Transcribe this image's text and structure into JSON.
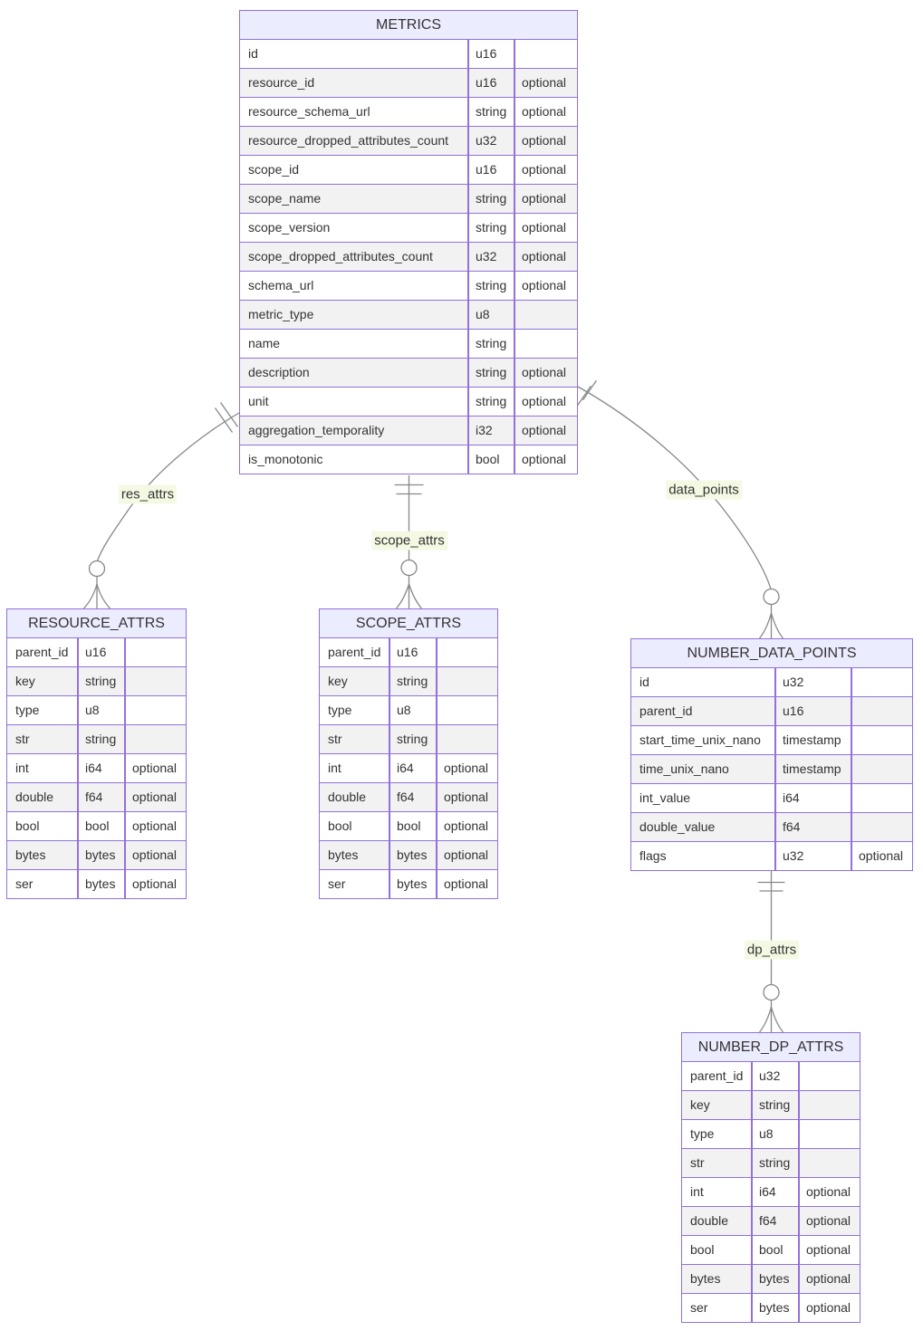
{
  "diagram": {
    "type": "entity-relationship-diagram",
    "notation": "crows-foot",
    "entities": [
      {
        "name": "METRICS",
        "attributes": [
          {
            "name": "id",
            "type": "u16",
            "constraint": ""
          },
          {
            "name": "resource_id",
            "type": "u16",
            "constraint": "optional"
          },
          {
            "name": "resource_schema_url",
            "type": "string",
            "constraint": "optional"
          },
          {
            "name": "resource_dropped_attributes_count",
            "type": "u32",
            "constraint": "optional"
          },
          {
            "name": "scope_id",
            "type": "u16",
            "constraint": "optional"
          },
          {
            "name": "scope_name",
            "type": "string",
            "constraint": "optional"
          },
          {
            "name": "scope_version",
            "type": "string",
            "constraint": "optional"
          },
          {
            "name": "scope_dropped_attributes_count",
            "type": "u32",
            "constraint": "optional"
          },
          {
            "name": "schema_url",
            "type": "string",
            "constraint": "optional"
          },
          {
            "name": "metric_type",
            "type": "u8",
            "constraint": ""
          },
          {
            "name": "name",
            "type": "string",
            "constraint": ""
          },
          {
            "name": "description",
            "type": "string",
            "constraint": "optional"
          },
          {
            "name": "unit",
            "type": "string",
            "constraint": "optional"
          },
          {
            "name": "aggregation_temporality",
            "type": "i32",
            "constraint": "optional"
          },
          {
            "name": "is_monotonic",
            "type": "bool",
            "constraint": "optional"
          }
        ]
      },
      {
        "name": "RESOURCE_ATTRS",
        "attributes": [
          {
            "name": "parent_id",
            "type": "u16",
            "constraint": ""
          },
          {
            "name": "key",
            "type": "string",
            "constraint": ""
          },
          {
            "name": "type",
            "type": "u8",
            "constraint": ""
          },
          {
            "name": "str",
            "type": "string",
            "constraint": ""
          },
          {
            "name": "int",
            "type": "i64",
            "constraint": "optional"
          },
          {
            "name": "double",
            "type": "f64",
            "constraint": "optional"
          },
          {
            "name": "bool",
            "type": "bool",
            "constraint": "optional"
          },
          {
            "name": "bytes",
            "type": "bytes",
            "constraint": "optional"
          },
          {
            "name": "ser",
            "type": "bytes",
            "constraint": "optional"
          }
        ]
      },
      {
        "name": "SCOPE_ATTRS",
        "attributes": [
          {
            "name": "parent_id",
            "type": "u16",
            "constraint": ""
          },
          {
            "name": "key",
            "type": "string",
            "constraint": ""
          },
          {
            "name": "type",
            "type": "u8",
            "constraint": ""
          },
          {
            "name": "str",
            "type": "string",
            "constraint": ""
          },
          {
            "name": "int",
            "type": "i64",
            "constraint": "optional"
          },
          {
            "name": "double",
            "type": "f64",
            "constraint": "optional"
          },
          {
            "name": "bool",
            "type": "bool",
            "constraint": "optional"
          },
          {
            "name": "bytes",
            "type": "bytes",
            "constraint": "optional"
          },
          {
            "name": "ser",
            "type": "bytes",
            "constraint": "optional"
          }
        ]
      },
      {
        "name": "NUMBER_DATA_POINTS",
        "attributes": [
          {
            "name": "id",
            "type": "u32",
            "constraint": ""
          },
          {
            "name": "parent_id",
            "type": "u16",
            "constraint": ""
          },
          {
            "name": "start_time_unix_nano",
            "type": "timestamp",
            "constraint": ""
          },
          {
            "name": "time_unix_nano",
            "type": "timestamp",
            "constraint": ""
          },
          {
            "name": "int_value",
            "type": "i64",
            "constraint": ""
          },
          {
            "name": "double_value",
            "type": "f64",
            "constraint": ""
          },
          {
            "name": "flags",
            "type": "u32",
            "constraint": "optional"
          }
        ]
      },
      {
        "name": "NUMBER_DP_ATTRS",
        "attributes": [
          {
            "name": "parent_id",
            "type": "u32",
            "constraint": ""
          },
          {
            "name": "key",
            "type": "string",
            "constraint": ""
          },
          {
            "name": "type",
            "type": "u8",
            "constraint": ""
          },
          {
            "name": "str",
            "type": "string",
            "constraint": ""
          },
          {
            "name": "int",
            "type": "i64",
            "constraint": "optional"
          },
          {
            "name": "double",
            "type": "f64",
            "constraint": "optional"
          },
          {
            "name": "bool",
            "type": "bool",
            "constraint": "optional"
          },
          {
            "name": "bytes",
            "type": "bytes",
            "constraint": "optional"
          },
          {
            "name": "ser",
            "type": "bytes",
            "constraint": "optional"
          }
        ]
      }
    ],
    "relationships": [
      {
        "label": "res_attrs",
        "from": "METRICS",
        "to": "RESOURCE_ATTRS",
        "from_cardinality": "one and only one",
        "to_cardinality": "zero or more"
      },
      {
        "label": "scope_attrs",
        "from": "METRICS",
        "to": "SCOPE_ATTRS",
        "from_cardinality": "one and only one",
        "to_cardinality": "zero or more"
      },
      {
        "label": "data_points",
        "from": "METRICS",
        "to": "NUMBER_DATA_POINTS",
        "from_cardinality": "one and only one",
        "to_cardinality": "zero or more"
      },
      {
        "label": "dp_attrs",
        "from": "NUMBER_DATA_POINTS",
        "to": "NUMBER_DP_ATTRS",
        "from_cardinality": "one and only one",
        "to_cardinality": "zero or more"
      }
    ],
    "colors": {
      "entity_header": "#ECECFF",
      "entity_border": "#9370DB",
      "row_fill": "#ffffff",
      "row_alt_fill": "#f2f2f2",
      "edge": "#888888",
      "label_bg": "#f4f9e4",
      "text": "#333333"
    }
  }
}
